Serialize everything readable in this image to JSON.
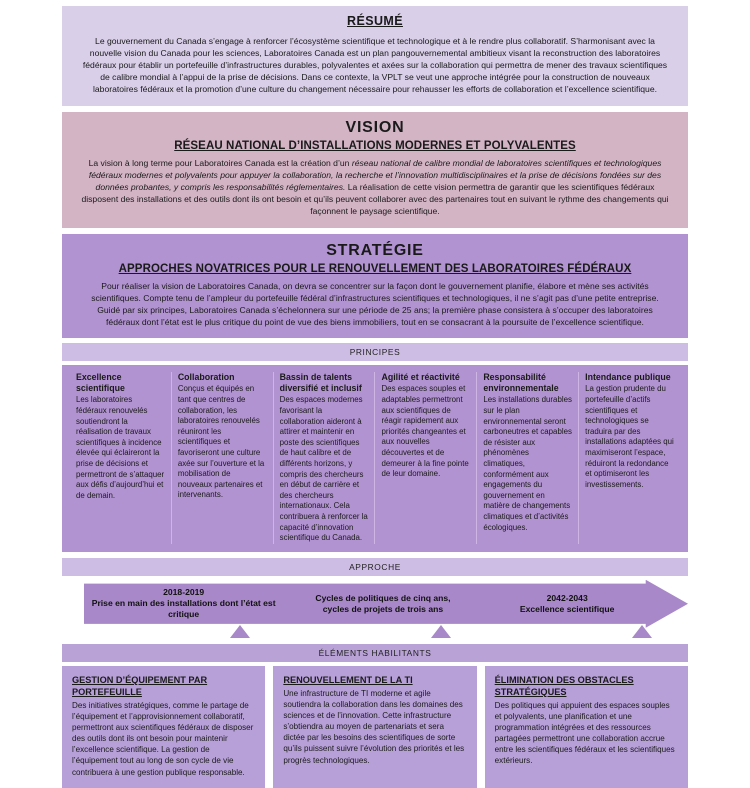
{
  "resume": {
    "title": "RÉSUMÉ",
    "body": "Le gouvernement du Canada s’engage à renforcer l’écosystème scientifique et technologique et à le rendre plus collaboratif. S’harmonisant avec la nouvelle vision du Canada pour les sciences, Laboratoires Canada est un plan pangouvernemental ambitieux visant la reconstruction des laboratoires fédéraux pour établir un portefeuille d’infrastructures durables, polyvalentes et axées sur la collaboration qui permettra de mener des travaux scientifiques de calibre mondial à l’appui de la prise de décisions. Dans ce contexte, la VPLT se veut une approche intégrée pour la construction de nouveaux laboratoires fédéraux et la promotion d’une culture du changement nécessaire pour rehausser les efforts de collaboration et l’excellence scientifique."
  },
  "vision": {
    "title": "VISION",
    "subtitle": "RÉSEAU NATIONAL D’INSTALLATIONS MODERNES ET POLYVALENTES",
    "body_lead": "La vision à long terme pour Laboratoires Canada est la création d’un ",
    "body_italic": "réseau national de calibre mondial de laboratoires scientifiques et technologiques fédéraux modernes et polyvalents pour appuyer la collaboration, la recherche et l’innovation multidisciplinaires et la prise de décisions fondées sur des données probantes, y compris les responsabilités réglementaires.",
    "body_tail": " La réalisation de cette vision permettra de garantir que les scientifiques fédéraux disposent des installations et des outils dont ils ont besoin et qu’ils peuvent collaborer avec des partenaires tout en suivant le rythme des changements qui façonnent le paysage scientifique."
  },
  "strategie": {
    "title": "STRATÉGIE",
    "subtitle": "APPROCHES NOVATRICES POUR LE RENOUVELLEMENT DES LABORATOIRES FÉDÉRAUX",
    "body": "Pour réaliser la vision de Laboratoires Canada, on devra se concentrer sur la façon dont le gouvernement planifie, élabore et mène ses activités scientifiques. Compte tenu de l’ampleur du portefeuille fédéral d’infrastructures scientifiques et technologiques, il ne s’agit pas d’une petite entreprise. Guidé par six principes, Laboratoires Canada s’échelonnera sur une période de 25 ans; la première phase consistera à s’occuper des laboratoires fédéraux dont l’état est le plus critique du point de vue des biens immobiliers, tout en se consacrant à la poursuite de l’excellence scientifique."
  },
  "principes": {
    "strip_label": "PRINCIPES",
    "items": [
      {
        "title": "Excellence scientifique",
        "text": "Les laboratoires fédéraux renouvelés soutiendront la réalisation de travaux scientifiques à incidence élevée qui éclaireront la prise de décisions et permettront de s’attaquer aux défis d’aujourd’hui et de demain."
      },
      {
        "title": "Collaboration",
        "text": "Conçus et équipés en tant que centres de collaboration, les laboratoires renouvelés réuniront les scientifiques et favoriseront une culture axée sur l’ouverture et la mobilisation de nouveaux partenaires et intervenants."
      },
      {
        "title": "Bassin de talents diversifié et inclusif",
        "text": "Des espaces modernes favorisant la collaboration aideront à attirer et maintenir en poste des scientifiques de haut calibre et de différents horizons, y compris des chercheurs en début de carrière et des chercheurs internationaux. Cela contribuera à renforcer la capacité d’innovation scientifique du Canada."
      },
      {
        "title": "Agilité et réactivité",
        "text": "Des espaces souples et adaptables permettront aux scientifiques de réagir rapidement aux priorités changeantes et aux nouvelles découvertes et de demeurer à la fine pointe de leur domaine."
      },
      {
        "title": "Responsabilité environnementale",
        "text": "Les installations durables sur le plan environnemental seront carboneutres et capables de résister aux phénomènes climatiques, conformément aux engagements du gouvernement en matière de changements climatiques et d’activités écologiques."
      },
      {
        "title": "Intendance publique",
        "text": "La gestion prudente du portefeuille d’actifs scientifiques et technologiques se traduira par des installations adaptées qui maximiseront l’espace, réduiront la redondance et optimiseront les investissements."
      }
    ]
  },
  "approche": {
    "strip_label": "APPROCHE",
    "milestones": [
      {
        "period": "2018-2019",
        "label": "Prise en main des installations dont l’état est critique"
      },
      {
        "period": "Cycles de politiques de cinq ans,",
        "label": "cycles de projets de trois ans"
      },
      {
        "period": "2042-2043",
        "label": "Excellence scientifique"
      }
    ]
  },
  "elements_habilitants": {
    "strip_label": "ÉLÉMENTS HABILITANTS",
    "items": [
      {
        "title": "GESTION D’ÉQUIPEMENT PAR PORTEFEUILLE",
        "text": "Des initiatives stratégiques, comme le partage de l’équipement et l’approvisionnement collaboratif, permettront aux scientifiques fédéraux de disposer des outils dont ils ont besoin pour maintenir l’excellence scientifique. La gestion de l’équipement tout au long de son cycle de vie contribuera à une gestion publique responsable."
      },
      {
        "title": "RENOUVELLEMENT DE LA TI",
        "text": "Une infrastructure de TI moderne et agile soutiendra la collaboration dans les domaines des sciences et de l’innovation. Cette infrastructure s’obtiendra au moyen de partenariats et sera dictée par les besoins des scientifiques de sorte qu’ils puissent suivre l’évolution des priorités et les progrès technologiques."
      },
      {
        "title": "ÉLIMINATION DES OBSTACLES STRATÉGIQUES",
        "text": "Des politiques qui appuient des espaces souples et polyvalents, une planification et une programmation intégrées et des ressources partagées permettront une collaboration accrue entre les scientifiques fédéraux et les scientifiques extérieurs."
      }
    ]
  },
  "colors": {
    "resume_bg": "#d9cfe8",
    "vision_bg": "#d3b4c5",
    "strategie_bg": "#b293d1",
    "strip_bg": "#cdbce3",
    "strip_dark_bg": "#b8a2d6",
    "arrow_bg": "#a888c9",
    "enabler_bg": "#b7a0d8"
  }
}
